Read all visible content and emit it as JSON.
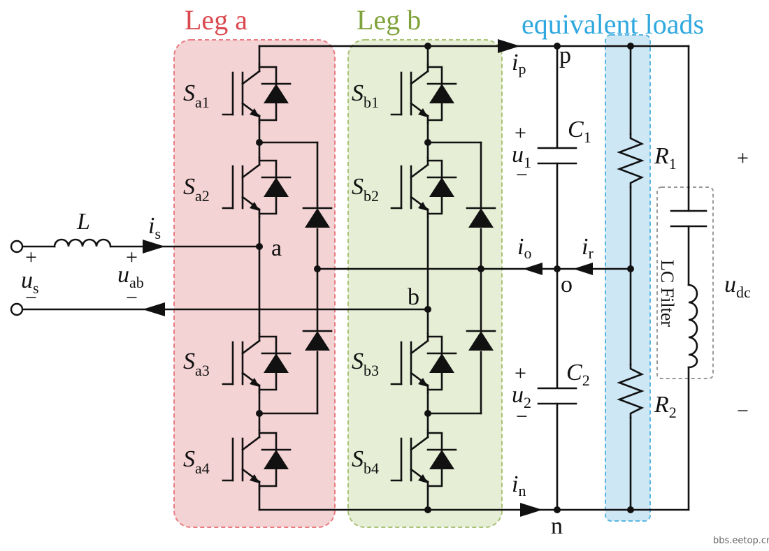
{
  "headers": {
    "leg_a": "Leg a",
    "leg_b": "Leg b",
    "loads": "equivalent loads"
  },
  "colors": {
    "leg_a_fill": "#f4d3d4",
    "leg_a_border": "#e87b80",
    "leg_a_text": "#d9494f",
    "leg_b_fill": "#e6eed6",
    "leg_b_border": "#a9c275",
    "leg_b_text": "#7fa23a",
    "loads_fill": "#cde7f5",
    "loads_border": "#5ab6e2",
    "loads_text": "#2fa8df",
    "lc_border": "#9a9a9a"
  },
  "switches": {
    "sa1": {
      "main": "S",
      "sub": "a1"
    },
    "sa2": {
      "main": "S",
      "sub": "a2"
    },
    "sa3": {
      "main": "S",
      "sub": "a3"
    },
    "sa4": {
      "main": "S",
      "sub": "a4"
    },
    "sb1": {
      "main": "S",
      "sub": "b1"
    },
    "sb2": {
      "main": "S",
      "sub": "b2"
    },
    "sb3": {
      "main": "S",
      "sub": "b3"
    },
    "sb4": {
      "main": "S",
      "sub": "b4"
    }
  },
  "source": {
    "inductor": "L",
    "is_main": "i",
    "is_sub": "s",
    "us_main": "u",
    "us_sub": "s",
    "uab_main": "u",
    "uab_sub": "ab",
    "plus": "+",
    "minus": "−"
  },
  "nodes": {
    "a": "a",
    "b": "b",
    "p": "p",
    "o": "o",
    "n": "n"
  },
  "currents": {
    "ip": {
      "main": "i",
      "sub": "p"
    },
    "io": {
      "main": "i",
      "sub": "o"
    },
    "ir": {
      "main": "i",
      "sub": "r"
    },
    "in": {
      "main": "i",
      "sub": "n"
    }
  },
  "dc_side": {
    "c1": {
      "main": "C",
      "sub": "1"
    },
    "c2": {
      "main": "C",
      "sub": "2"
    },
    "u1": {
      "main": "u",
      "sub": "1"
    },
    "u2": {
      "main": "u",
      "sub": "2"
    },
    "r1": {
      "main": "R",
      "sub": "1"
    },
    "r2": {
      "main": "R",
      "sub": "2"
    },
    "udc": {
      "main": "u",
      "sub": "dc"
    },
    "lc_filter": "LC Filter",
    "plus": "+",
    "minus": "−"
  },
  "watermark": "bbs.eetop.cn"
}
